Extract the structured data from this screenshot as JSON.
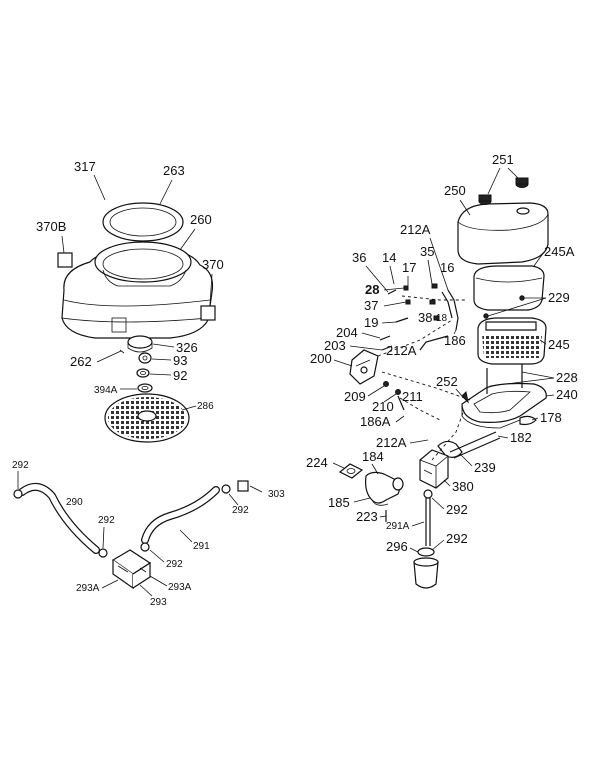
{
  "header": {
    "text": ""
  },
  "labels": {
    "l317": "317",
    "l263": "263",
    "l260": "260",
    "l370B": "370B",
    "l370": "370",
    "l262": "262",
    "l326": "326",
    "l93": "93",
    "l92": "92",
    "l394A": "394A",
    "l286": "286",
    "l292a": "292",
    "l290": "290",
    "l292b": "292",
    "l292c": "292",
    "l291": "291",
    "l293A1": "293A",
    "l293": "293",
    "l293A2": "293A",
    "l292d": "292",
    "l303": "303",
    "l251": "251",
    "l250": "250",
    "l212A1": "212A",
    "l245A": "245A",
    "l36": "36",
    "l14": "14",
    "l35": "35",
    "l17": "17",
    "l16": "16",
    "l28": "28",
    "l229": "229",
    "l37": "37",
    "l38": "38",
    "l18": "18",
    "l19": "19",
    "l186": "186",
    "l245": "245",
    "l204": "204",
    "l203": "203",
    "l212A2": "212A",
    "l200": "200",
    "l228": "228",
    "l252": "252",
    "l240": "240",
    "l209": "209",
    "l210": "210",
    "l211": "211",
    "l178": "178",
    "l186A": "186A",
    "l212A3": "212A",
    "l182": "182",
    "l224": "224",
    "l184": "184",
    "l239": "239",
    "l380": "380",
    "l185": "185",
    "l292e": "292",
    "l223": "223",
    "l291A": "291A",
    "l296": "296",
    "l292f": "292"
  }
}
